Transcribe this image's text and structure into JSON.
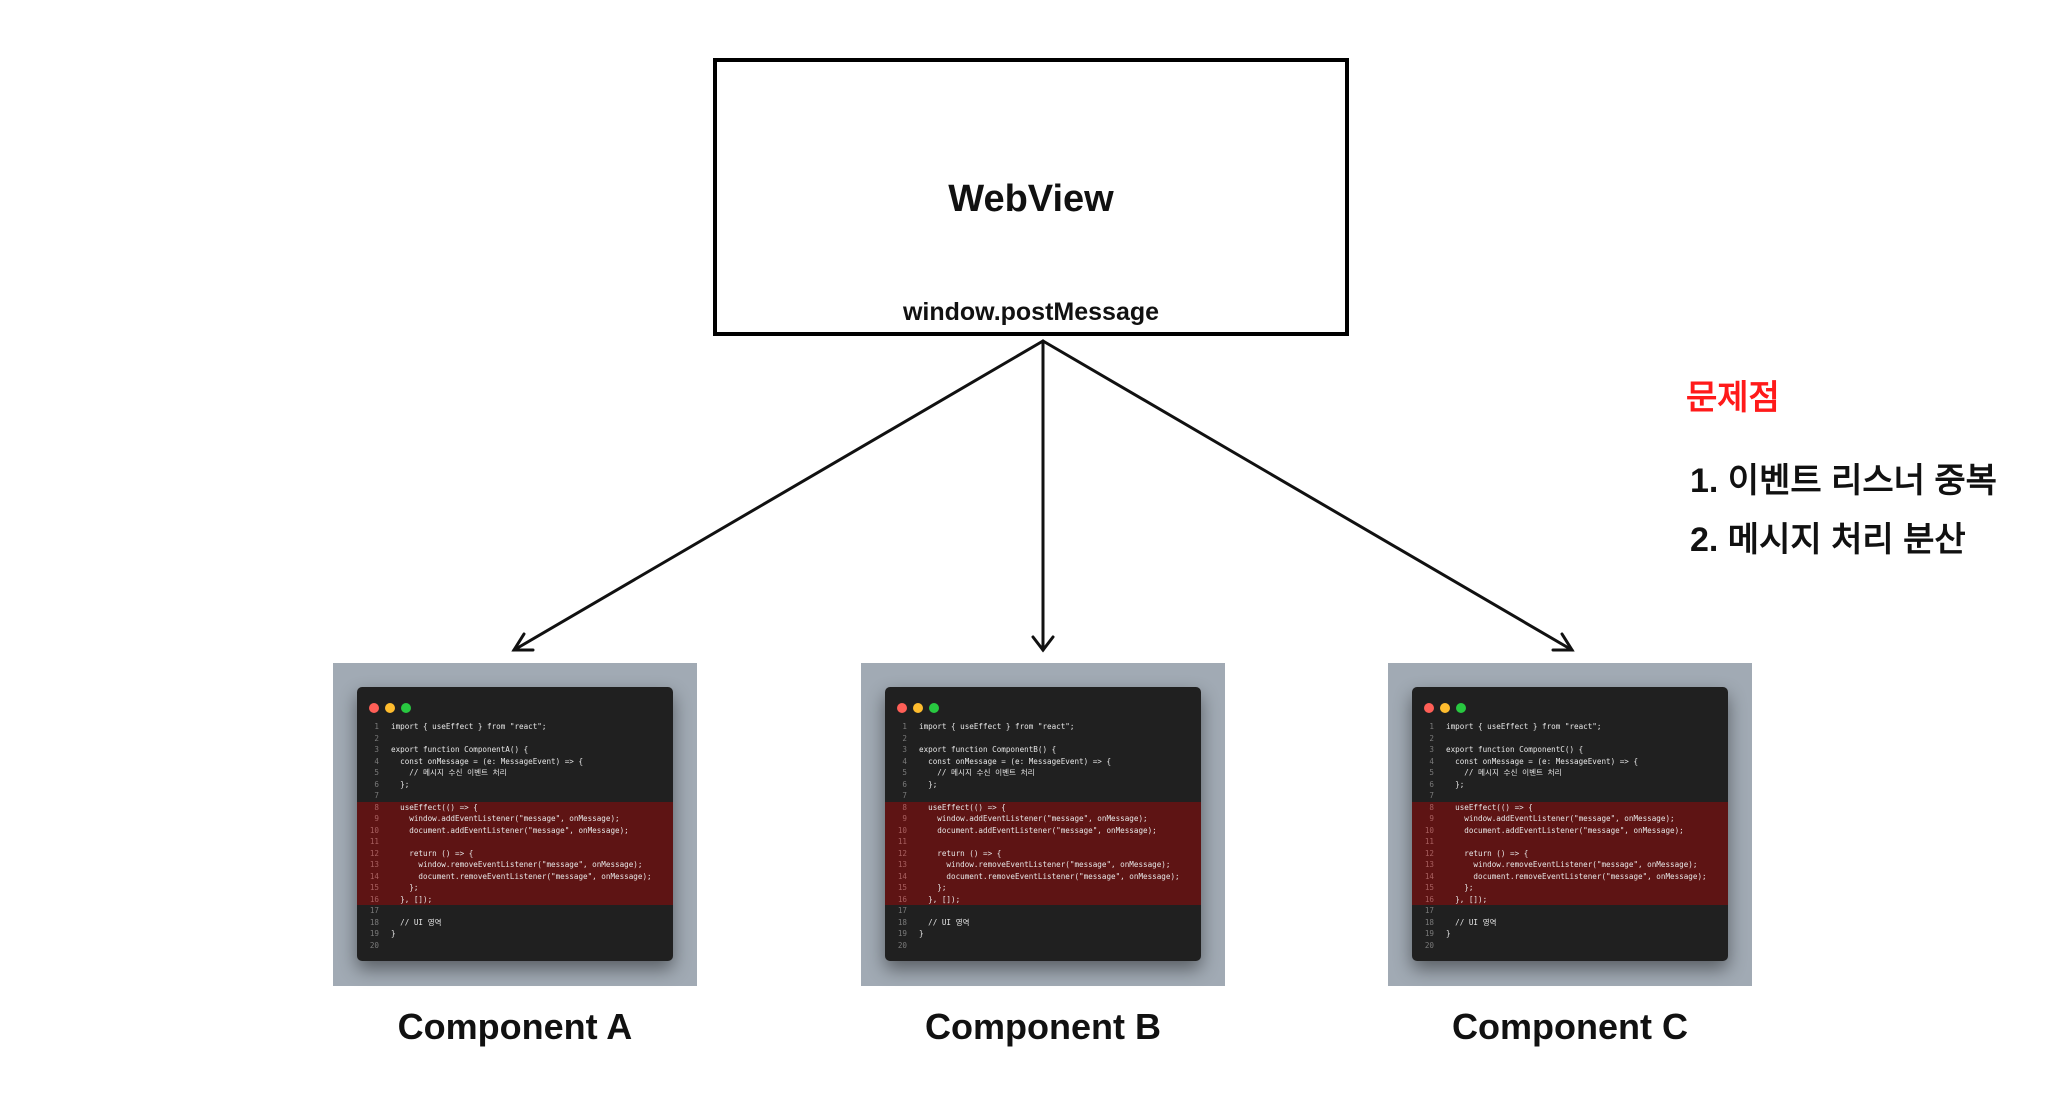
{
  "webview": {
    "title": "WebView",
    "subtitle": "window.postMessage"
  },
  "problems": {
    "title": "문제점",
    "items": [
      "1. 이벤트 리스너 중복",
      "2. 메시지 처리 분산"
    ]
  },
  "colors": {
    "problem_title": "#ff1a1a",
    "highlight": "#5e1414",
    "panel": "#a1aab4",
    "editor_bg": "#202020"
  },
  "highlighted_lines": [
    8,
    9,
    10,
    11,
    12,
    13,
    14,
    15,
    16
  ],
  "components": [
    {
      "label": "Component A",
      "code": [
        "import { useEffect } from \"react\";",
        "",
        "export function ComponentA() {",
        "  const onMessage = (e: MessageEvent) => {",
        "    // 메시지 수신 이벤트 처리",
        "  };",
        "",
        "  useEffect(() => {",
        "    window.addEventListener(\"message\", onMessage);",
        "    document.addEventListener(\"message\", onMessage);",
        "",
        "    return () => {",
        "      window.removeEventListener(\"message\", onMessage);",
        "      document.removeEventListener(\"message\", onMessage);",
        "    };",
        "  }, []);",
        "",
        "  // UI 영역",
        "}",
        ""
      ]
    },
    {
      "label": "Component B",
      "code": [
        "import { useEffect } from \"react\";",
        "",
        "export function ComponentB() {",
        "  const onMessage = (e: MessageEvent) => {",
        "    // 메시지 수신 이벤트 처리",
        "  };",
        "",
        "  useEffect(() => {",
        "    window.addEventListener(\"message\", onMessage);",
        "    document.addEventListener(\"message\", onMessage);",
        "",
        "    return () => {",
        "      window.removeEventListener(\"message\", onMessage);",
        "      document.removeEventListener(\"message\", onMessage);",
        "    };",
        "  }, []);",
        "",
        "  // UI 영역",
        "}",
        ""
      ]
    },
    {
      "label": "Component C",
      "code": [
        "import { useEffect } from \"react\";",
        "",
        "export function ComponentC() {",
        "  const onMessage = (e: MessageEvent) => {",
        "    // 메시지 수신 이벤트 처리",
        "  };",
        "",
        "  useEffect(() => {",
        "    window.addEventListener(\"message\", onMessage);",
        "    document.addEventListener(\"message\", onMessage);",
        "",
        "    return () => {",
        "      window.removeEventListener(\"message\", onMessage);",
        "      document.removeEventListener(\"message\", onMessage);",
        "    };",
        "  }, []);",
        "",
        "  // UI 영역",
        "}",
        ""
      ]
    }
  ]
}
